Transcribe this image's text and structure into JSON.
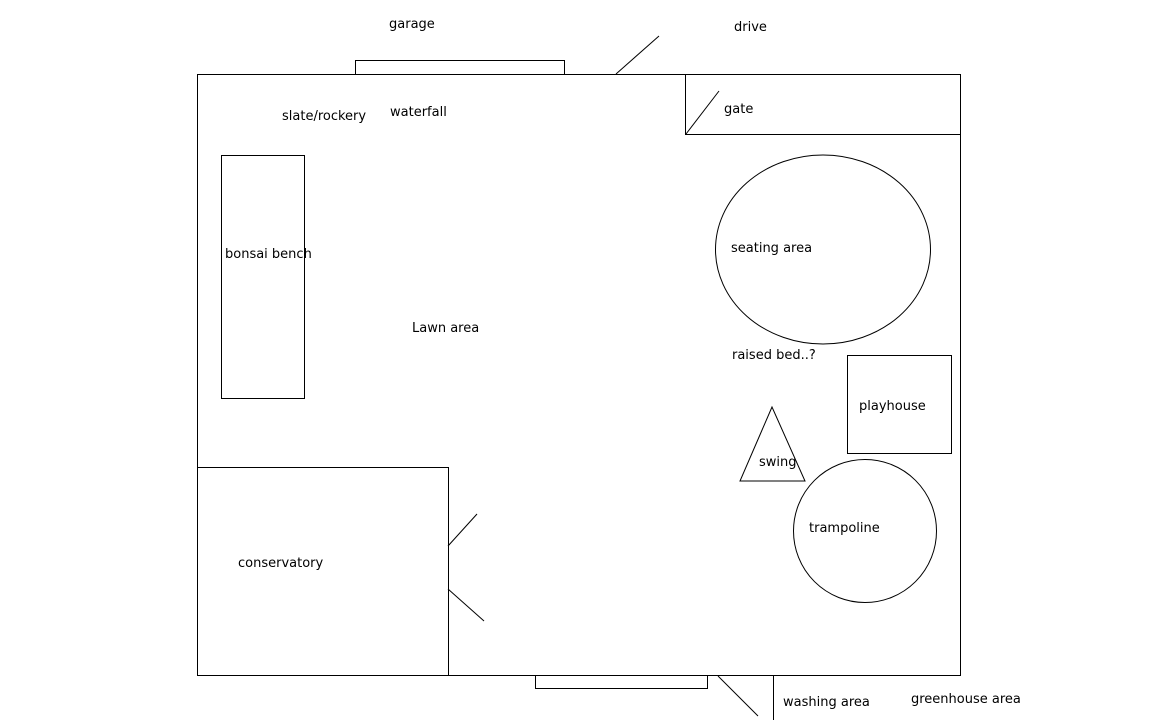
{
  "labels": {
    "garage": "garage",
    "drive": "drive",
    "gate": "gate",
    "slate_rockery": "slate/rockery",
    "waterfall": "waterfall",
    "bonsai_bench": "bonsai bench",
    "lawn_area": "Lawn area",
    "seating_area": "seating area",
    "raised_bed": "raised bed..?",
    "playhouse": "playhouse",
    "swing": "swing",
    "trampoline": "trampoline",
    "conservatory": "conservatory",
    "washing_area": "washing area",
    "greenhouse_area": "greenhouse area"
  },
  "colors": {
    "line": "#000000",
    "background": "#ffffff"
  }
}
